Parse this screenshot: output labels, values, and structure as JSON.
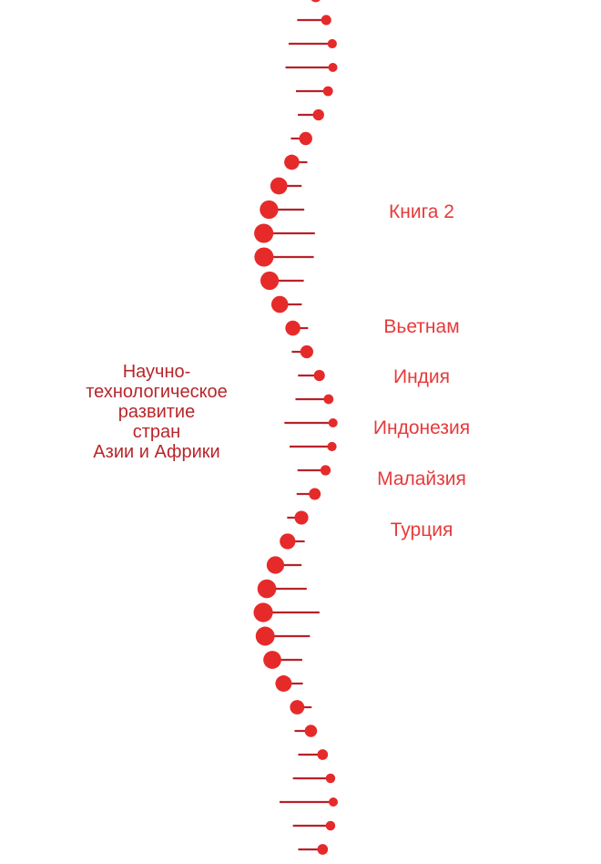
{
  "cover": {
    "book_label": "Книга 2",
    "subtitle_lines": [
      "Научно-",
      "технологическое",
      "развитие",
      "стран",
      "Азии и Африки"
    ],
    "countries": [
      "Вьетнам",
      "Индия",
      "Индонезия",
      "Малайзия",
      "Турция"
    ]
  },
  "colors": {
    "background": "#ffffff",
    "dot": "#e62a2a",
    "bar": "#b8222a",
    "book_label": "#e63a3a",
    "subtitle": "#b8262b",
    "country": "#e63a3a"
  }
}
